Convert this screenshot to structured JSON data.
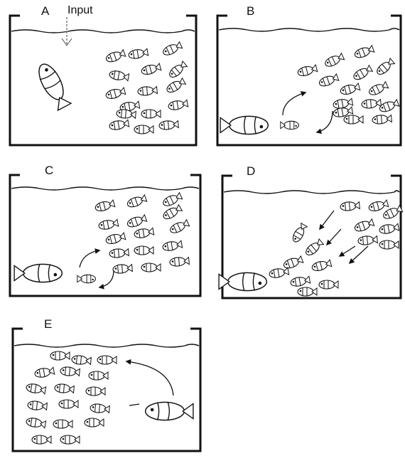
{
  "panels": [
    {
      "id": "A",
      "label": "A"
    },
    {
      "id": "B",
      "label": "B"
    },
    {
      "id": "C",
      "label": "C"
    },
    {
      "id": "D",
      "label": "D"
    },
    {
      "id": "E",
      "label": "E"
    }
  ],
  "input_label": "Input",
  "colors": {
    "ink": "#111111",
    "background": "#ffffff"
  }
}
